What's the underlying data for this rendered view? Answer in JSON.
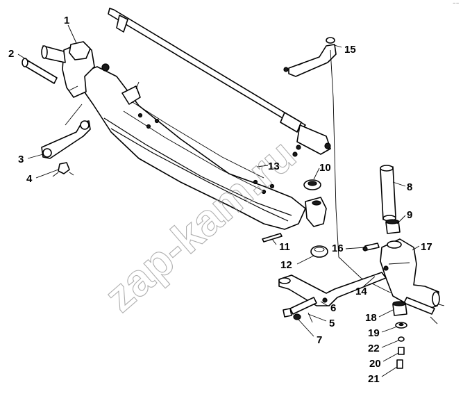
{
  "watermark": {
    "text": "zap-kam.ru"
  },
  "corner_mark": "⁻⁻",
  "callouts": [
    {
      "id": "1",
      "label": "1"
    },
    {
      "id": "2",
      "label": "2"
    },
    {
      "id": "3",
      "label": "3"
    },
    {
      "id": "4",
      "label": "4"
    },
    {
      "id": "5",
      "label": "5"
    },
    {
      "id": "6",
      "label": "6"
    },
    {
      "id": "7",
      "label": "7"
    },
    {
      "id": "8",
      "label": "8"
    },
    {
      "id": "9",
      "label": "9"
    },
    {
      "id": "10",
      "label": "10"
    },
    {
      "id": "11",
      "label": "11"
    },
    {
      "id": "12",
      "label": "12"
    },
    {
      "id": "13",
      "label": "13"
    },
    {
      "id": "14",
      "label": "14"
    },
    {
      "id": "15",
      "label": "15"
    },
    {
      "id": "16",
      "label": "16"
    },
    {
      "id": "17",
      "label": "17"
    },
    {
      "id": "18",
      "label": "18"
    },
    {
      "id": "19",
      "label": "19"
    },
    {
      "id": "20",
      "label": "20"
    },
    {
      "id": "21",
      "label": "21"
    },
    {
      "id": "22",
      "label": "22"
    }
  ],
  "colors": {
    "line": "#000000",
    "watermark": "#9a9a9a",
    "background": "#ffffff"
  }
}
